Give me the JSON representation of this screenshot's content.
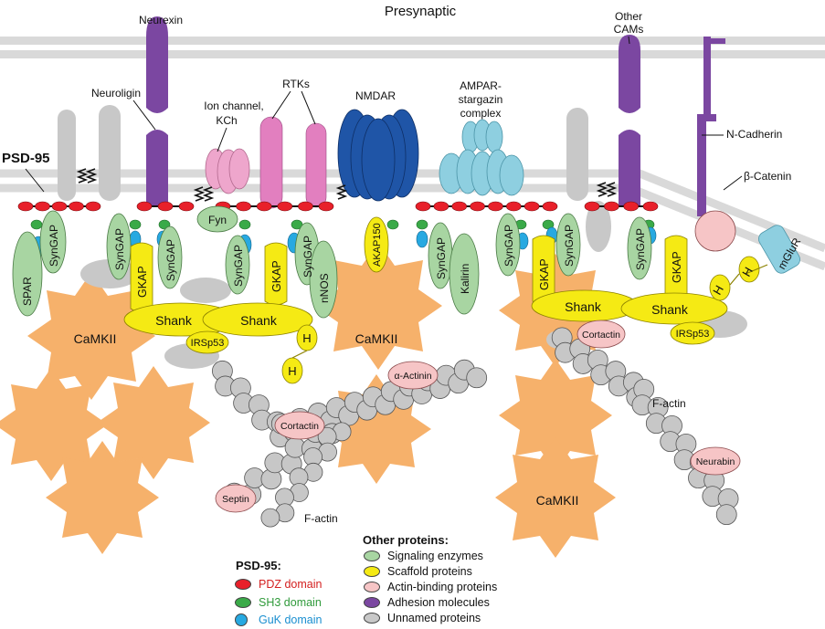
{
  "labels": {
    "presynaptic": "Presynaptic",
    "neurexin": "Neurexin",
    "neuroligin": "Neuroligin",
    "ion_channel_1": "Ion channel,",
    "ion_channel_2": "KCh",
    "rtks": "RTKs",
    "nmdar": "NMDAR",
    "ampar_1": "AMPAR-",
    "ampar_2": "stargazin",
    "ampar_3": "complex",
    "other_cams_1": "Other",
    "other_cams_2": "CAMs",
    "n_cadherin": "N-Cadherin",
    "beta_catenin": "β-Catenin",
    "psd95": "PSD-95",
    "spar": "SPAR",
    "syngap": "SynGAP",
    "fyn": "Fyn",
    "nnos": "nNOS",
    "akap150": "AKAP150",
    "kalirin": "Kalirin",
    "gkap": "GKAP",
    "shank": "Shank",
    "irsp53": "IRSp53",
    "homer": "H",
    "mglur": "mGluR",
    "camkii": "CaMKII",
    "cortactin": "Cortactin",
    "alpha_actinin": "α-Actinin",
    "septin": "Septin",
    "neurabin": "Neurabin",
    "f_actin": "F-actin"
  },
  "legend_psd95": {
    "title": "PSD-95:",
    "items": [
      {
        "label": "PDZ domain",
        "color": "#e8202a",
        "text_color": "#d42020"
      },
      {
        "label": "SH3 domain",
        "color": "#3aaa48",
        "text_color": "#2f9a3a"
      },
      {
        "label": "GuK domain",
        "color": "#27a9e1",
        "text_color": "#1a8fd0"
      }
    ]
  },
  "legend_other": {
    "title": "Other proteins:",
    "items": [
      {
        "label": "Signaling enzymes",
        "color": "#a8d5a2"
      },
      {
        "label": "Scaffold proteins",
        "color": "#f5ea14"
      },
      {
        "label": "Actin-binding proteins",
        "color": "#f6c5c6"
      },
      {
        "label": "Adhesion molecules",
        "color": "#7b47a1"
      },
      {
        "label": "Unnamed proteins",
        "color": "#c8c8c8"
      }
    ]
  },
  "colors": {
    "membrane": "#d9d9d9",
    "camkii": "#f6b16b",
    "nmdar": "#1f55a7",
    "ampar": "#8ecfe0",
    "rtk": "#e27fbf",
    "ion_channel": "#eea6cc",
    "actin": "#c7c7c7"
  }
}
